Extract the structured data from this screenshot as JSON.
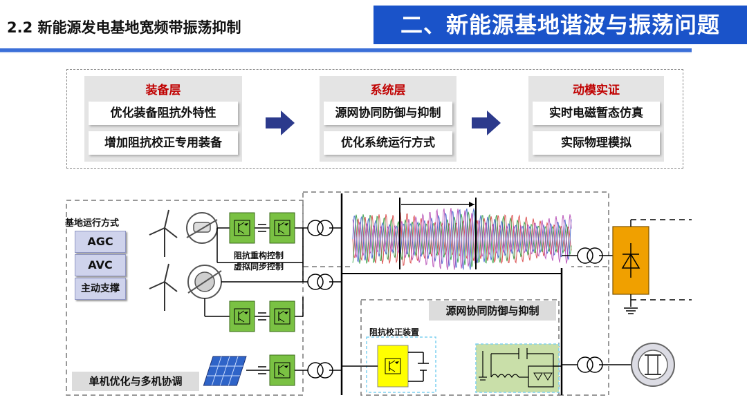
{
  "header": {
    "section_title": "2.2 新能源发电基地宽频带振荡抑制",
    "banner_title": "二、新能源基地谐波与振荡问题"
  },
  "levels": [
    {
      "title": "装备层",
      "items": [
        "优化装备阻抗外特性",
        "增加阻抗校正专用装备"
      ]
    },
    {
      "title": "系统层",
      "items": [
        "源网协同防御与抑制",
        "优化系统运行方式"
      ]
    },
    {
      "title": "动模实证",
      "items": [
        "实时电磁暂态仿真",
        "实际物理模拟"
      ]
    }
  ],
  "diagram": {
    "ops_title": "基地运行方式",
    "ops_items": [
      "AGC",
      "AVC",
      "主动支撑"
    ],
    "control_label_1": "阻抗重构控制",
    "control_label_2": "虚拟同步控制",
    "coordination_label": "单机优化与多机协调",
    "defense_label": "源网协同防御与抑制",
    "corrector_label": "阻抗校正装置"
  },
  "colors": {
    "banner": "#1a53c9",
    "rule": "#3b6fd8",
    "level_title": "#c00000",
    "converter": "#7ac143",
    "corrector": "#ffff00",
    "hvdc_valve": "#f0a000",
    "arrow": "#2c3a8c"
  }
}
